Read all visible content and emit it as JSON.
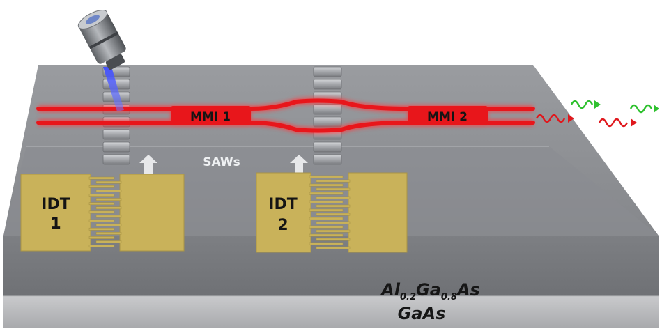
{
  "labels": {
    "mmi1": "MMI 1",
    "mmi2": "MMI 2",
    "saws": "SAWs",
    "idt1_line1": "IDT",
    "idt1_line2": "1",
    "idt2_line1": "IDT",
    "idt2_line2": "2",
    "layer_top": {
      "al": "Al",
      "al_sub": "0.2",
      "ga": "Ga",
      "ga_sub": "0.8",
      "as": "As"
    },
    "layer_bottom": "GaAs"
  },
  "colors": {
    "waveguide": "#e8161b",
    "idt_gold": "#c9b25a",
    "substrate_top": "#8a8c90",
    "laser_beam": "#2f3fff",
    "photon_green": "#2fc12f",
    "photon_red": "#e0181d"
  },
  "icons": {
    "objective": "microscope-objective-icon",
    "arrow": "up-arrow-icon",
    "photon": "wavy-photon-icon"
  }
}
